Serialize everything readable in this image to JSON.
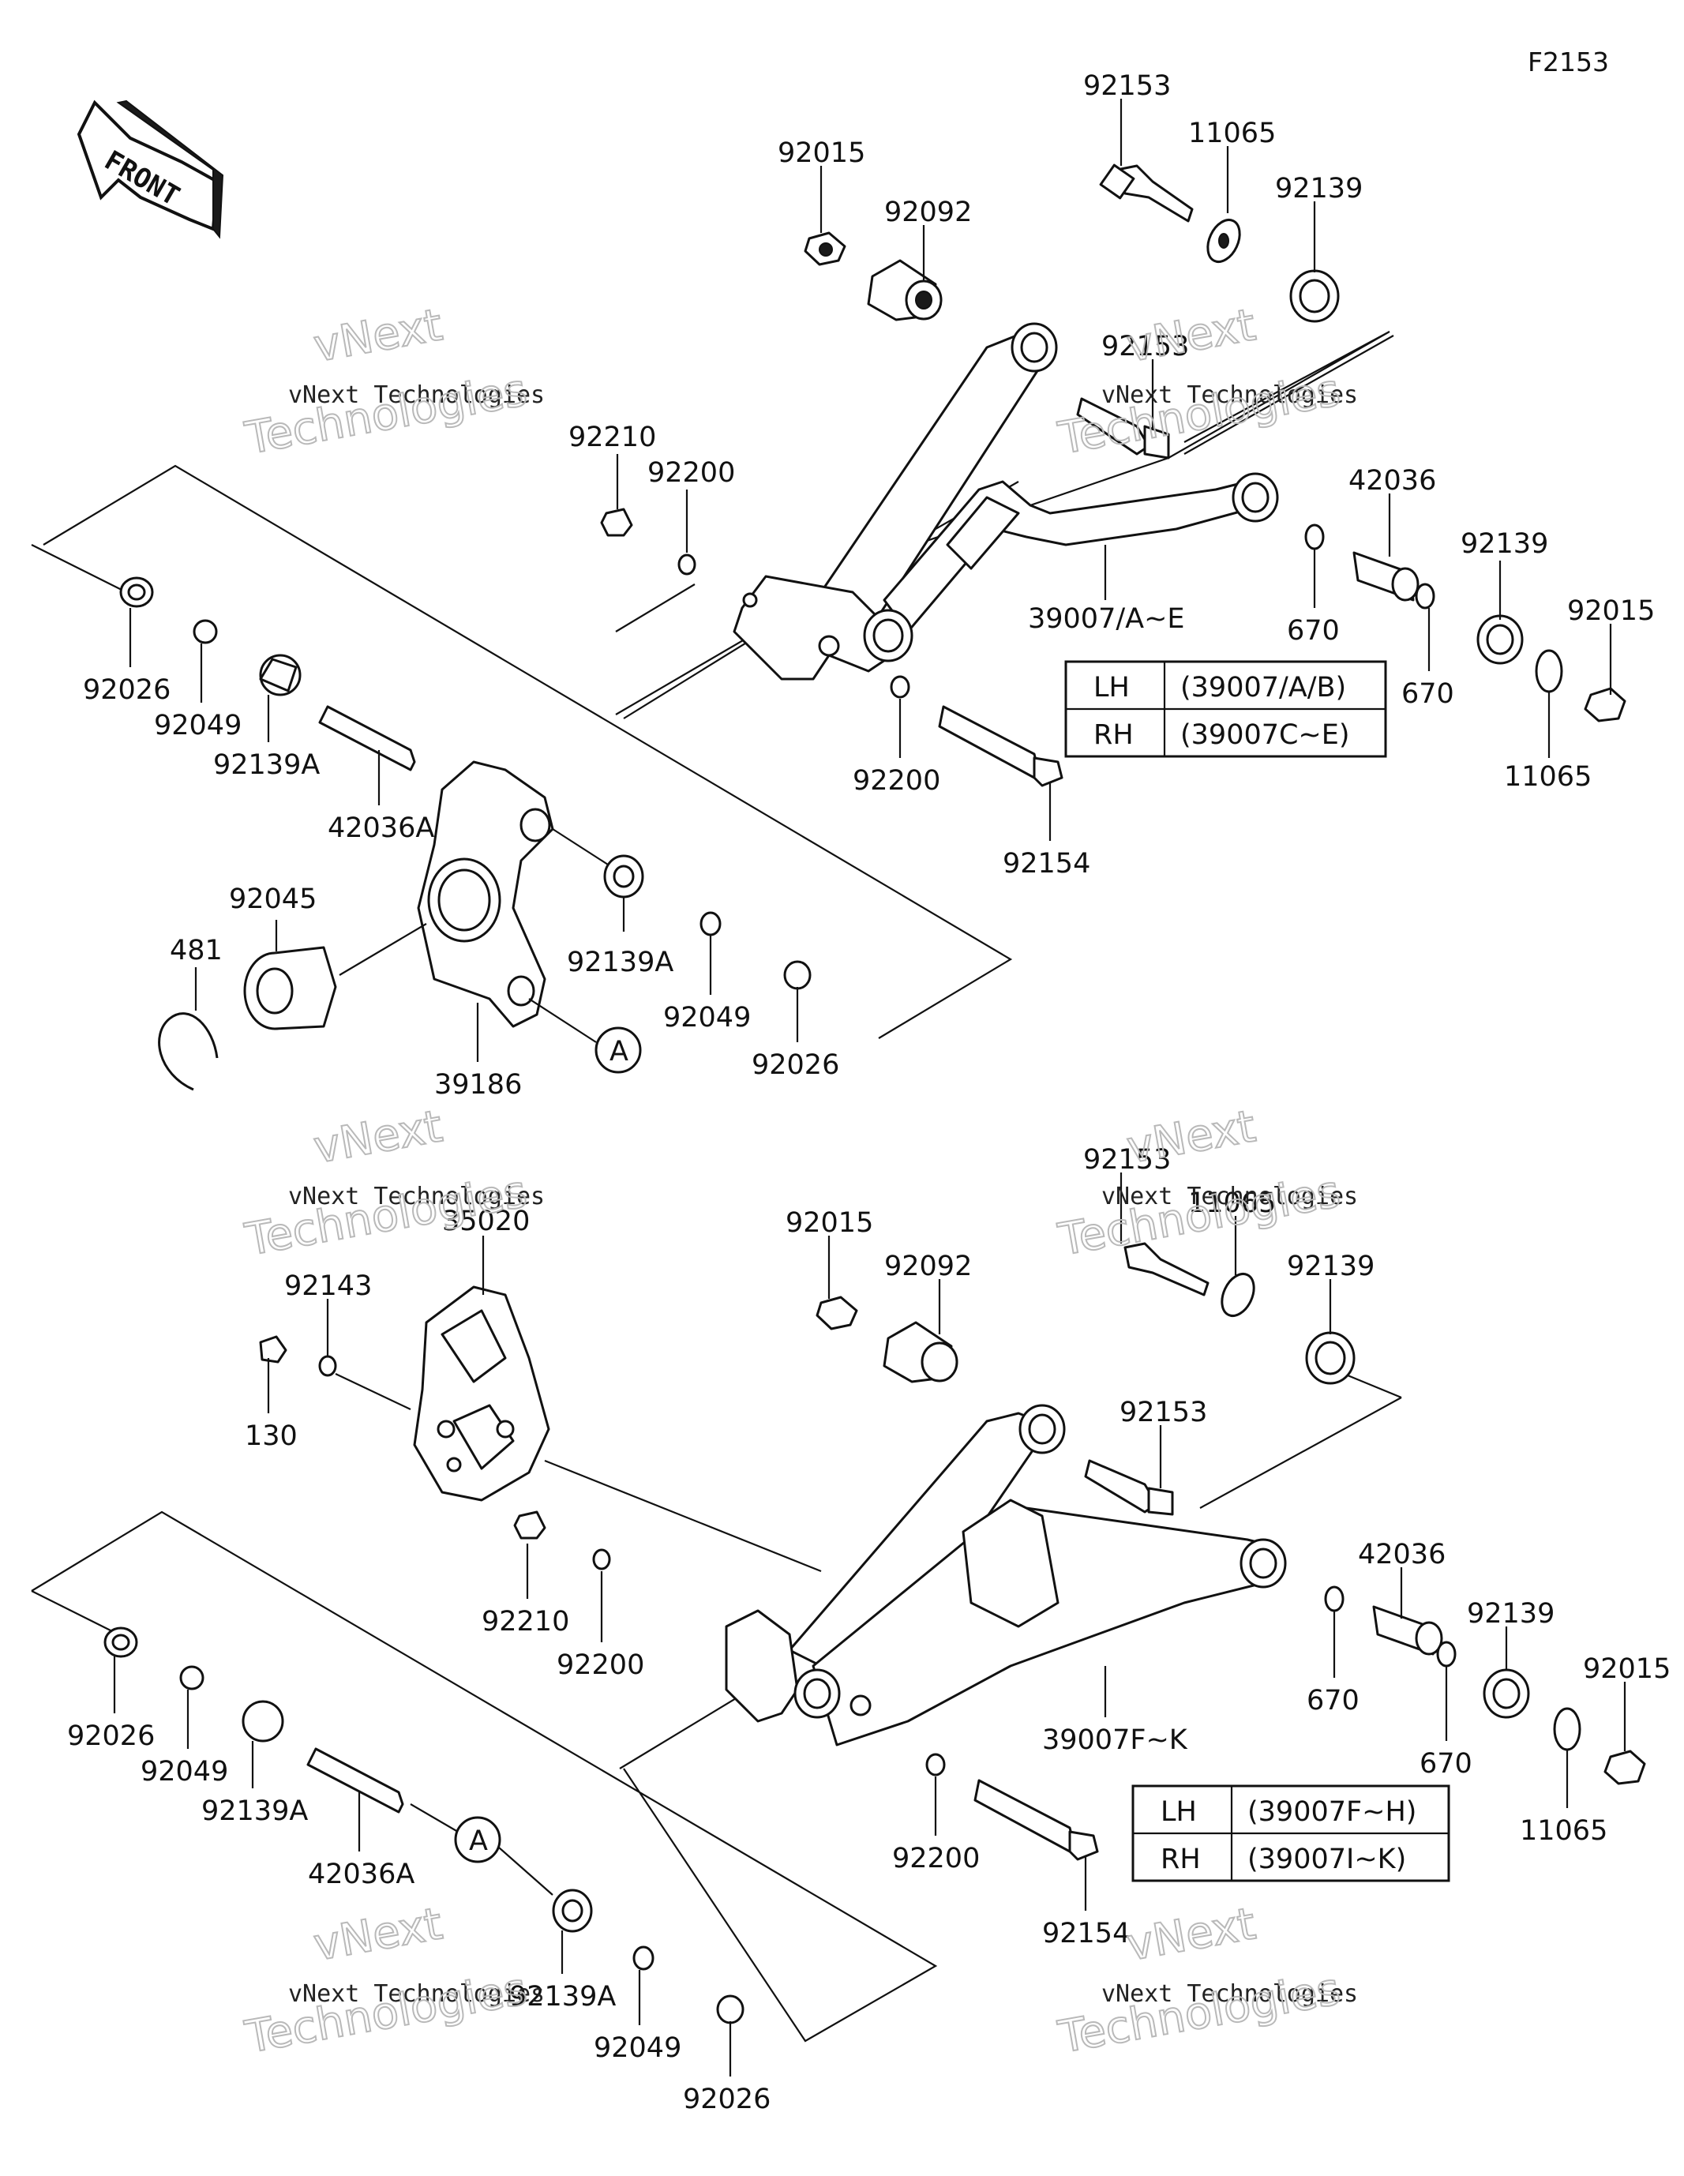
{
  "figure_code": "F2153",
  "front_label": "FRONT",
  "watermark": {
    "line1": "vNext",
    "line2": "vNext Technologies",
    "line3": "Technologies"
  },
  "upper_table": {
    "rows": [
      {
        "side": "LH",
        "parts": "(39007/A/B)"
      },
      {
        "side": "RH",
        "parts": "(39007C~E)"
      }
    ]
  },
  "lower_table": {
    "rows": [
      {
        "side": "LH",
        "parts": "(39007F~H)"
      },
      {
        "side": "RH",
        "parts": "(39007I~K)"
      }
    ]
  },
  "upper_labels": {
    "p92153a": "92153",
    "p11065a": "11065",
    "p92015a": "92015",
    "p92092": "92092",
    "p92139a": "92139",
    "p92153b": "92153",
    "p92210": "92210",
    "p92200a": "92200",
    "p42036": "42036",
    "p39007": "39007/A~E",
    "p670a": "670",
    "p92139b": "92139",
    "p92015b": "92015",
    "p670b": "670",
    "p11065b": "11065",
    "p92026a": "92026",
    "p92049a": "92049",
    "p92139A_a": "92139A",
    "p42036A": "42036A",
    "p92200b": "92200",
    "p92154": "92154",
    "p92045": "92045",
    "p481": "481",
    "p92139A_b": "92139A",
    "p92049b": "92049",
    "p92026b": "92026",
    "p39186": "39186",
    "refA": "A"
  },
  "lower_labels": {
    "p35020": "35020",
    "p92143": "92143",
    "p130": "130",
    "p92015a": "92015",
    "p92092": "92092",
    "p92153a": "92153",
    "p11065a": "11065",
    "p92139a": "92139",
    "p92153b": "92153",
    "p92210": "92210",
    "p92200a": "92200",
    "p42036": "42036",
    "p39007": "39007F~K",
    "p670a": "670",
    "p92139b": "92139",
    "p92015b": "92015",
    "p670b": "670",
    "p11065b": "11065",
    "p92026a": "92026",
    "p92049a": "92049",
    "p92139A_a": "92139A",
    "p42036A": "42036A",
    "refA": "A",
    "p92200b": "92200",
    "p92154": "92154",
    "p92139A_b": "92139A",
    "p92049b": "92049",
    "p92026b": "92026"
  }
}
